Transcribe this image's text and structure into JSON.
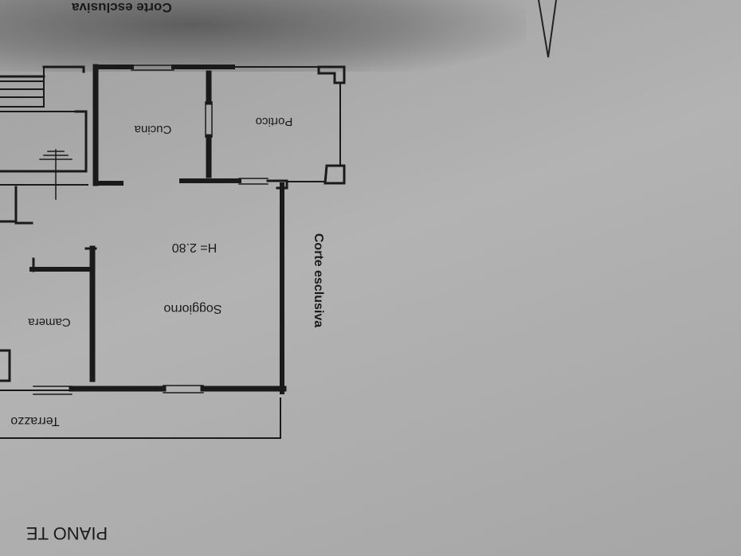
{
  "plan": {
    "top_label": "Corte esclusiva",
    "floor_label": "PIANO TE",
    "rooms": {
      "kitchen": "Cucina",
      "porch": "Portico",
      "living": "Soggiorno",
      "height": "H= 2.80",
      "bedroom": "Camera",
      "terrace": "Terrazzo",
      "courtyard": "Corte esclusiva"
    }
  }
}
